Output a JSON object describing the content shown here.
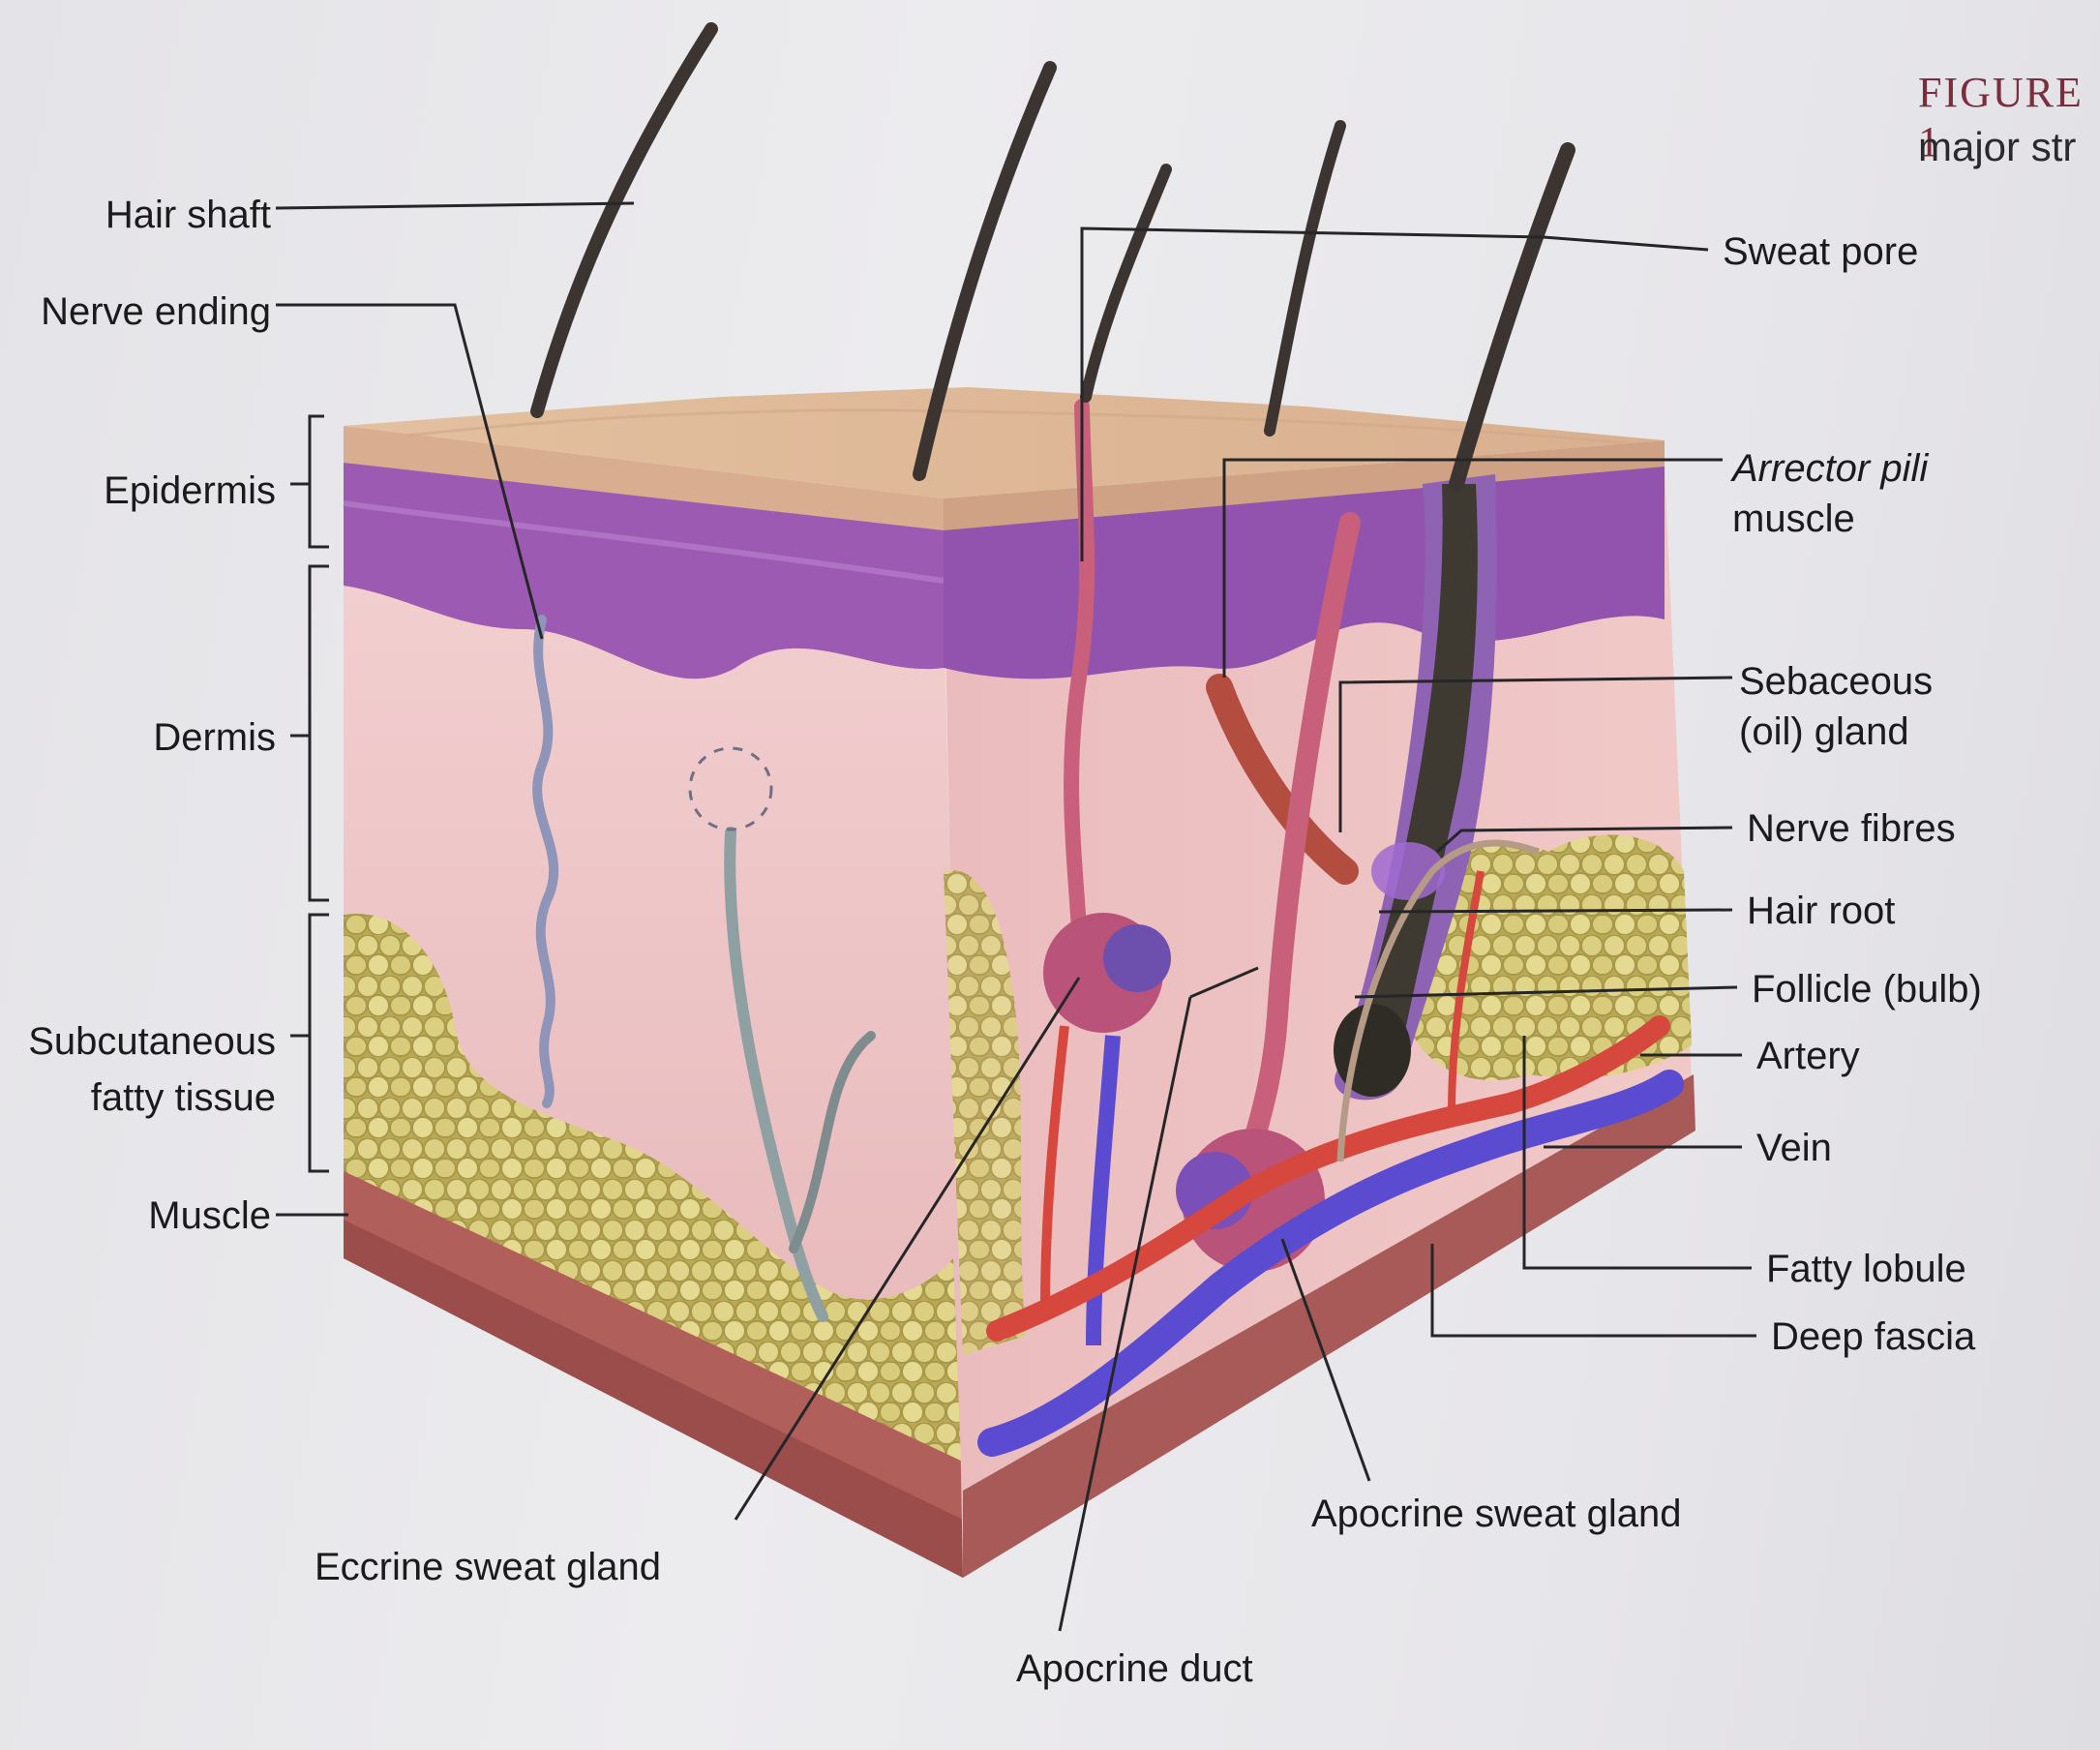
{
  "figure": {
    "caption": "FIGURE 1",
    "subcaption": "major str"
  },
  "labels": {
    "hair_shaft": "Hair shaft",
    "nerve_ending": "Nerve ending",
    "epidermis": "Epidermis",
    "dermis": "Dermis",
    "subcutaneous_1": "Subcutaneous",
    "subcutaneous_2": "fatty tissue",
    "muscle": "Muscle",
    "eccrine_sweat_gland": "Eccrine sweat gland",
    "apocrine_duct": "Apocrine duct",
    "apocrine_sweat_gland": "Apocrine sweat gland",
    "sweat_pore": "Sweat pore",
    "arrector_pili_1": "Arrector pili",
    "arrector_pili_2": "muscle",
    "sebaceous_1": "Sebaceous",
    "sebaceous_2": "(oil) gland",
    "nerve_fibres": "Nerve fibres",
    "hair_root": "Hair root",
    "follicle_bulb": "Follicle (bulb)",
    "artery": "Artery",
    "vein": "Vein",
    "fatty_lobule": "Fatty lobule",
    "deep_fascia": "Deep fascia"
  },
  "colors": {
    "epidermis_surface": "#e6c3a3",
    "epidermis_purple": "#9c58b2",
    "dermis": "#efc6c8",
    "fat": "#d8cc7c",
    "muscle": "#b0605c",
    "artery": "#d6473e",
    "vein": "#5b4bd0",
    "hair": "#3b3431"
  }
}
